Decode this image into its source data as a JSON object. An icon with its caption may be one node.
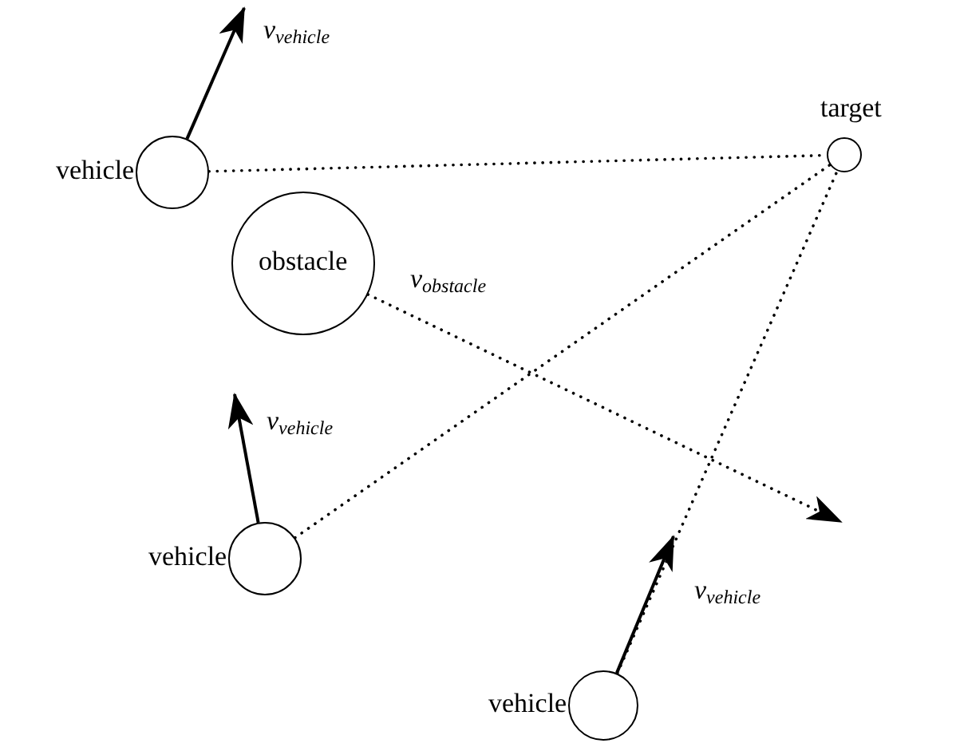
{
  "diagram": {
    "nodes": [
      {
        "text": [
          "vehicle"
        ]
      },
      {
        "text": [
          "target"
        ]
      },
      {
        "text": [
          "obstacle"
        ]
      },
      {
        "text": [
          "vehicle"
        ]
      },
      {
        "text": [
          "vehicle"
        ]
      }
    ],
    "edges": [
      {
        "from": 0,
        "to": null,
        "arrow": "to",
        "label": "ν$_{vehicle}$"
      },
      {
        "from": 0,
        "to": 1,
        "arrow": "none",
        "style": "dashed"
      },
      {
        "from": 2,
        "to": null,
        "arrow": "to",
        "label": "ν$_{obstacle}$",
        "style": "dashed"
      },
      {
        "from": 3,
        "to": null,
        "arrow": "to",
        "label": "ν$_{vehicle}$"
      },
      {
        "from": 3,
        "to": 1,
        "arrow": "none",
        "style": "dashed"
      },
      {
        "from": 4,
        "to": null,
        "arrow": "to",
        "label": "ν$_{vehicle}$"
      },
      {
        "from": 4,
        "to": 1,
        "arrow": "none",
        "style": "dashed"
      }
    ]
  }
}
